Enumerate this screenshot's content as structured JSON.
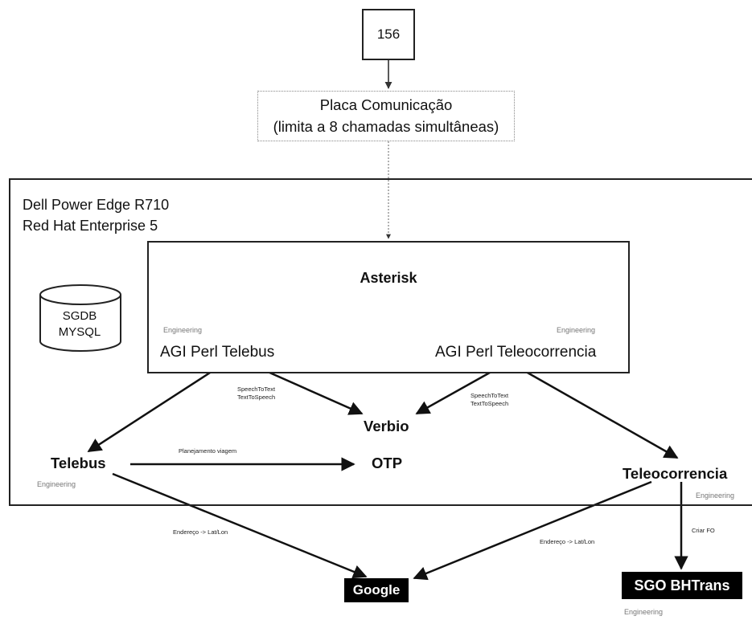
{
  "nodes": {
    "phone_number": "156",
    "placa_line1": "Placa Comunicação",
    "placa_line2": "(limita a 8 chamadas simultâneas)",
    "server_line1": "Dell Power Edge R710",
    "server_line2": "Red Hat Enterprise 5",
    "db_line1": "SGDB",
    "db_line2": "MYSQL",
    "asterisk": "Asterisk",
    "agi_telebus": "AGI Perl Telebus",
    "agi_teleocorrencia": "AGI Perl Teleocorrencia",
    "verbio": "Verbio",
    "telebus": "Telebus",
    "otp": "OTP",
    "teleocorrencia": "Teleocorrencia",
    "google": "Google",
    "sgo": "SGO BHTrans"
  },
  "tags": {
    "engineering": "Engineering"
  },
  "edge_labels": {
    "speech_to_text": "SpeechToText",
    "text_to_speech": "TextToSpeech",
    "planejamento": "Planejamento viagem",
    "endereco_latlon": "Endereço -> Lat/Lon",
    "criar_fo": "Criar FO"
  }
}
